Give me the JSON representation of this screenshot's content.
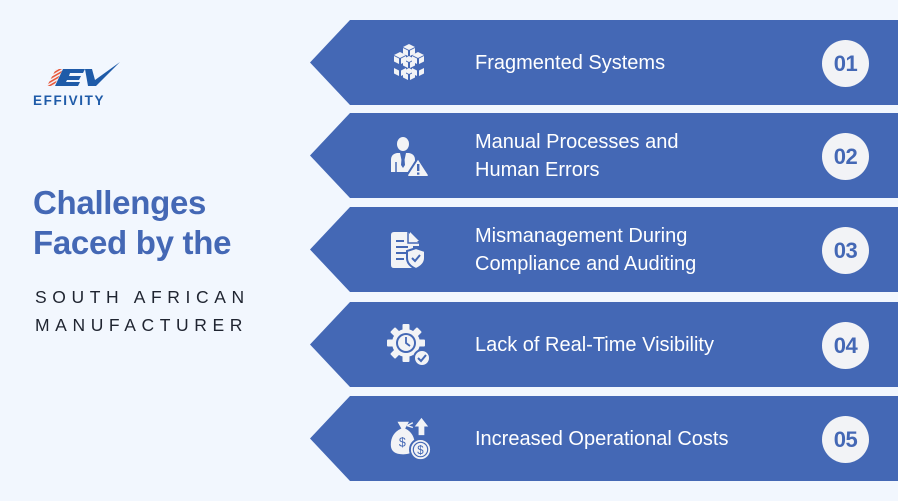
{
  "brand": {
    "name": "EFFIVITY",
    "logo_mark": "EV",
    "colors": {
      "primary": "#1f5ba8",
      "accent": "#e8573a"
    }
  },
  "heading": {
    "line1": "Challenges",
    "line2": "Faced by the",
    "sub1": "SOUTH AFRICAN",
    "sub2": "MANUFACTURER"
  },
  "colors": {
    "background": "#f2f7fe",
    "banner": "#4468b5",
    "badge_bg": "#f2f3f6",
    "heading": "#4468b5"
  },
  "challenges": [
    {
      "number": "01",
      "lines": [
        "Fragmented Systems"
      ],
      "icon": "cubes-icon"
    },
    {
      "number": "02",
      "lines": [
        "Manual Processes and",
        "Human Errors"
      ],
      "icon": "person-warning-icon"
    },
    {
      "number": "03",
      "lines": [
        "Mismanagement During",
        "Compliance and Auditing"
      ],
      "icon": "document-shield-icon"
    },
    {
      "number": "04",
      "lines": [
        "Lack of Real-Time Visibility"
      ],
      "icon": "gear-clock-icon"
    },
    {
      "number": "05",
      "lines": [
        "Increased Operational Costs"
      ],
      "icon": "money-bag-up-icon"
    }
  ]
}
